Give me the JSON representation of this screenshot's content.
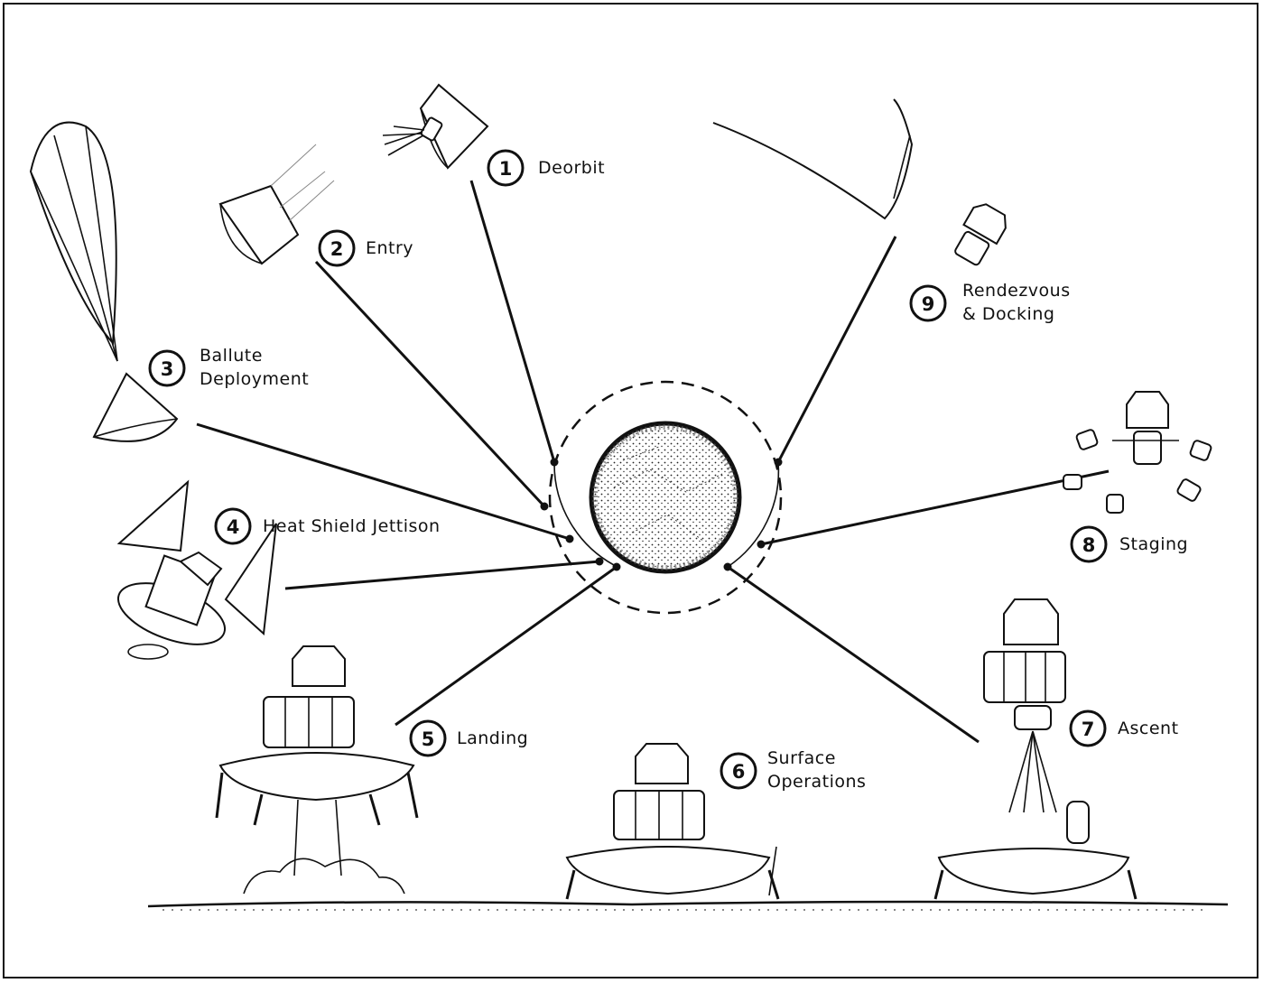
{
  "steps": [
    {
      "num": "1",
      "label": "Deorbit"
    },
    {
      "num": "2",
      "label": "Entry"
    },
    {
      "num": "3",
      "label_line1": "Ballute",
      "label_line2": "Deployment"
    },
    {
      "num": "4",
      "label": "Heat Shield Jettison"
    },
    {
      "num": "5",
      "label": "Landing"
    },
    {
      "num": "6",
      "label_line1": "Surface",
      "label_line2": "Operations"
    },
    {
      "num": "7",
      "label": "Ascent"
    },
    {
      "num": "8",
      "label": "Staging"
    },
    {
      "num": "9",
      "label_line1": "Rendezvous",
      "label_line2": "& Docking"
    }
  ]
}
